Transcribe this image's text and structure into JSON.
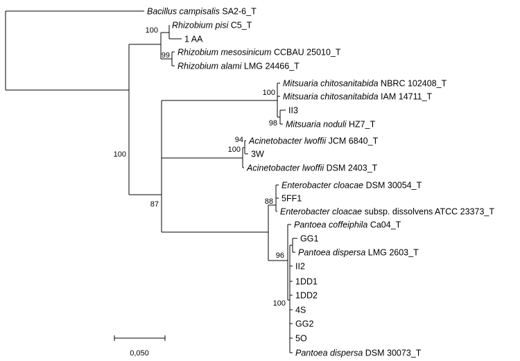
{
  "tree": {
    "leaves": [
      {
        "id": "bacillus",
        "parts": [
          {
            "t": "Bacillus campisalis",
            "i": true
          },
          {
            "t": " SA2-6_T",
            "i": false
          }
        ]
      },
      {
        "id": "rhizo_pisi",
        "parts": [
          {
            "t": "Rhizobium pisi",
            "i": true
          },
          {
            "t": " C5_T",
            "i": false
          }
        ]
      },
      {
        "id": "aa1",
        "parts": [
          {
            "t": "1 AA",
            "i": false
          }
        ]
      },
      {
        "id": "rhizo_meso",
        "parts": [
          {
            "t": "Rhizobium mesosinicum",
            "i": true
          },
          {
            "t": " CCBAU 25010_T",
            "i": false
          }
        ]
      },
      {
        "id": "rhizo_alami",
        "parts": [
          {
            "t": "Rhizobium alami",
            "i": true
          },
          {
            "t": " LMG 24466_T",
            "i": false
          }
        ]
      },
      {
        "id": "mits_nbrc",
        "parts": [
          {
            "t": "Mitsuaria chitosanitabida",
            "i": true
          },
          {
            "t": " NBRC 102408_T",
            "i": false
          }
        ]
      },
      {
        "id": "mits_iam",
        "parts": [
          {
            "t": "Mitsuaria chitosanitabida",
            "i": true
          },
          {
            "t": " IAM 14711_T",
            "i": false
          }
        ]
      },
      {
        "id": "ii3",
        "parts": [
          {
            "t": "II3",
            "i": false
          }
        ]
      },
      {
        "id": "mits_noduli",
        "parts": [
          {
            "t": "Mitsuaria noduli",
            "i": true
          },
          {
            "t": " HZ7_T",
            "i": false
          }
        ]
      },
      {
        "id": "acin_jcm",
        "parts": [
          {
            "t": "Acinetobacter lwoffii",
            "i": true
          },
          {
            "t": " JCM 6840_T",
            "i": false
          }
        ]
      },
      {
        "id": "w3",
        "parts": [
          {
            "t": "3W",
            "i": false
          }
        ]
      },
      {
        "id": "acin_dsm",
        "parts": [
          {
            "t": "Acinetobacter lwoffii",
            "i": true
          },
          {
            "t": " DSM 2403_T",
            "i": false
          }
        ]
      },
      {
        "id": "ent_dsm",
        "parts": [
          {
            "t": "Enterobacter cloacae",
            "i": true
          },
          {
            "t": " DSM 30054_T",
            "i": false
          }
        ]
      },
      {
        "id": "ff1",
        "parts": [
          {
            "t": "5FF1",
            "i": false
          }
        ]
      },
      {
        "id": "ent_atcc",
        "parts": [
          {
            "t": "Enterobacter cloacae",
            "i": true
          },
          {
            "t": " subsp. dissolvens ATCC 23373_T",
            "i": false
          }
        ]
      },
      {
        "id": "pant_coff",
        "parts": [
          {
            "t": "Pantoea coffeiphila",
            "i": true
          },
          {
            "t": " Ca04_T",
            "i": false
          }
        ]
      },
      {
        "id": "gg1",
        "parts": [
          {
            "t": "GG1",
            "i": false
          }
        ]
      },
      {
        "id": "pant_lmg",
        "parts": [
          {
            "t": "Pantoea dispersa",
            "i": true
          },
          {
            "t": " LMG 2603_T",
            "i": false
          }
        ]
      },
      {
        "id": "ii2",
        "parts": [
          {
            "t": "II2",
            "i": false
          }
        ]
      },
      {
        "id": "dd1",
        "parts": [
          {
            "t": "1DD1",
            "i": false
          }
        ]
      },
      {
        "id": "dd2",
        "parts": [
          {
            "t": "1DD2",
            "i": false
          }
        ]
      },
      {
        "id": "s4",
        "parts": [
          {
            "t": "4S",
            "i": false
          }
        ]
      },
      {
        "id": "gg2",
        "parts": [
          {
            "t": "GG2",
            "i": false
          }
        ]
      },
      {
        "id": "o5",
        "parts": [
          {
            "t": "5O",
            "i": false
          }
        ]
      },
      {
        "id": "pant_dsm",
        "parts": [
          {
            "t": "Pantoea dispersa",
            "i": true
          },
          {
            "t": " DSM 30073_T",
            "i": false
          }
        ]
      }
    ],
    "bootstrap": [
      {
        "node": "rhizobium_pisi_clade",
        "value": "100"
      },
      {
        "node": "rhizobium_meso_alami",
        "value": "99"
      },
      {
        "node": "mitsuaria_chitosanitabida",
        "value": "100"
      },
      {
        "node": "mitsuaria_noduli_ii3",
        "value": "98"
      },
      {
        "node": "acinetobacter_jcm_3w",
        "value": "94"
      },
      {
        "node": "acinetobacter_clade",
        "value": "100"
      },
      {
        "node": "proteobacteria_main",
        "value": "100"
      },
      {
        "node": "enterobacter_clade",
        "value": "88"
      },
      {
        "node": "enterobacteriaceae",
        "value": "87"
      },
      {
        "node": "pantoea_dispersa_group",
        "value": "96"
      },
      {
        "node": "pantoea_dispersa_core",
        "value": "100"
      }
    ],
    "scale_bar": {
      "label": "0,050"
    }
  }
}
